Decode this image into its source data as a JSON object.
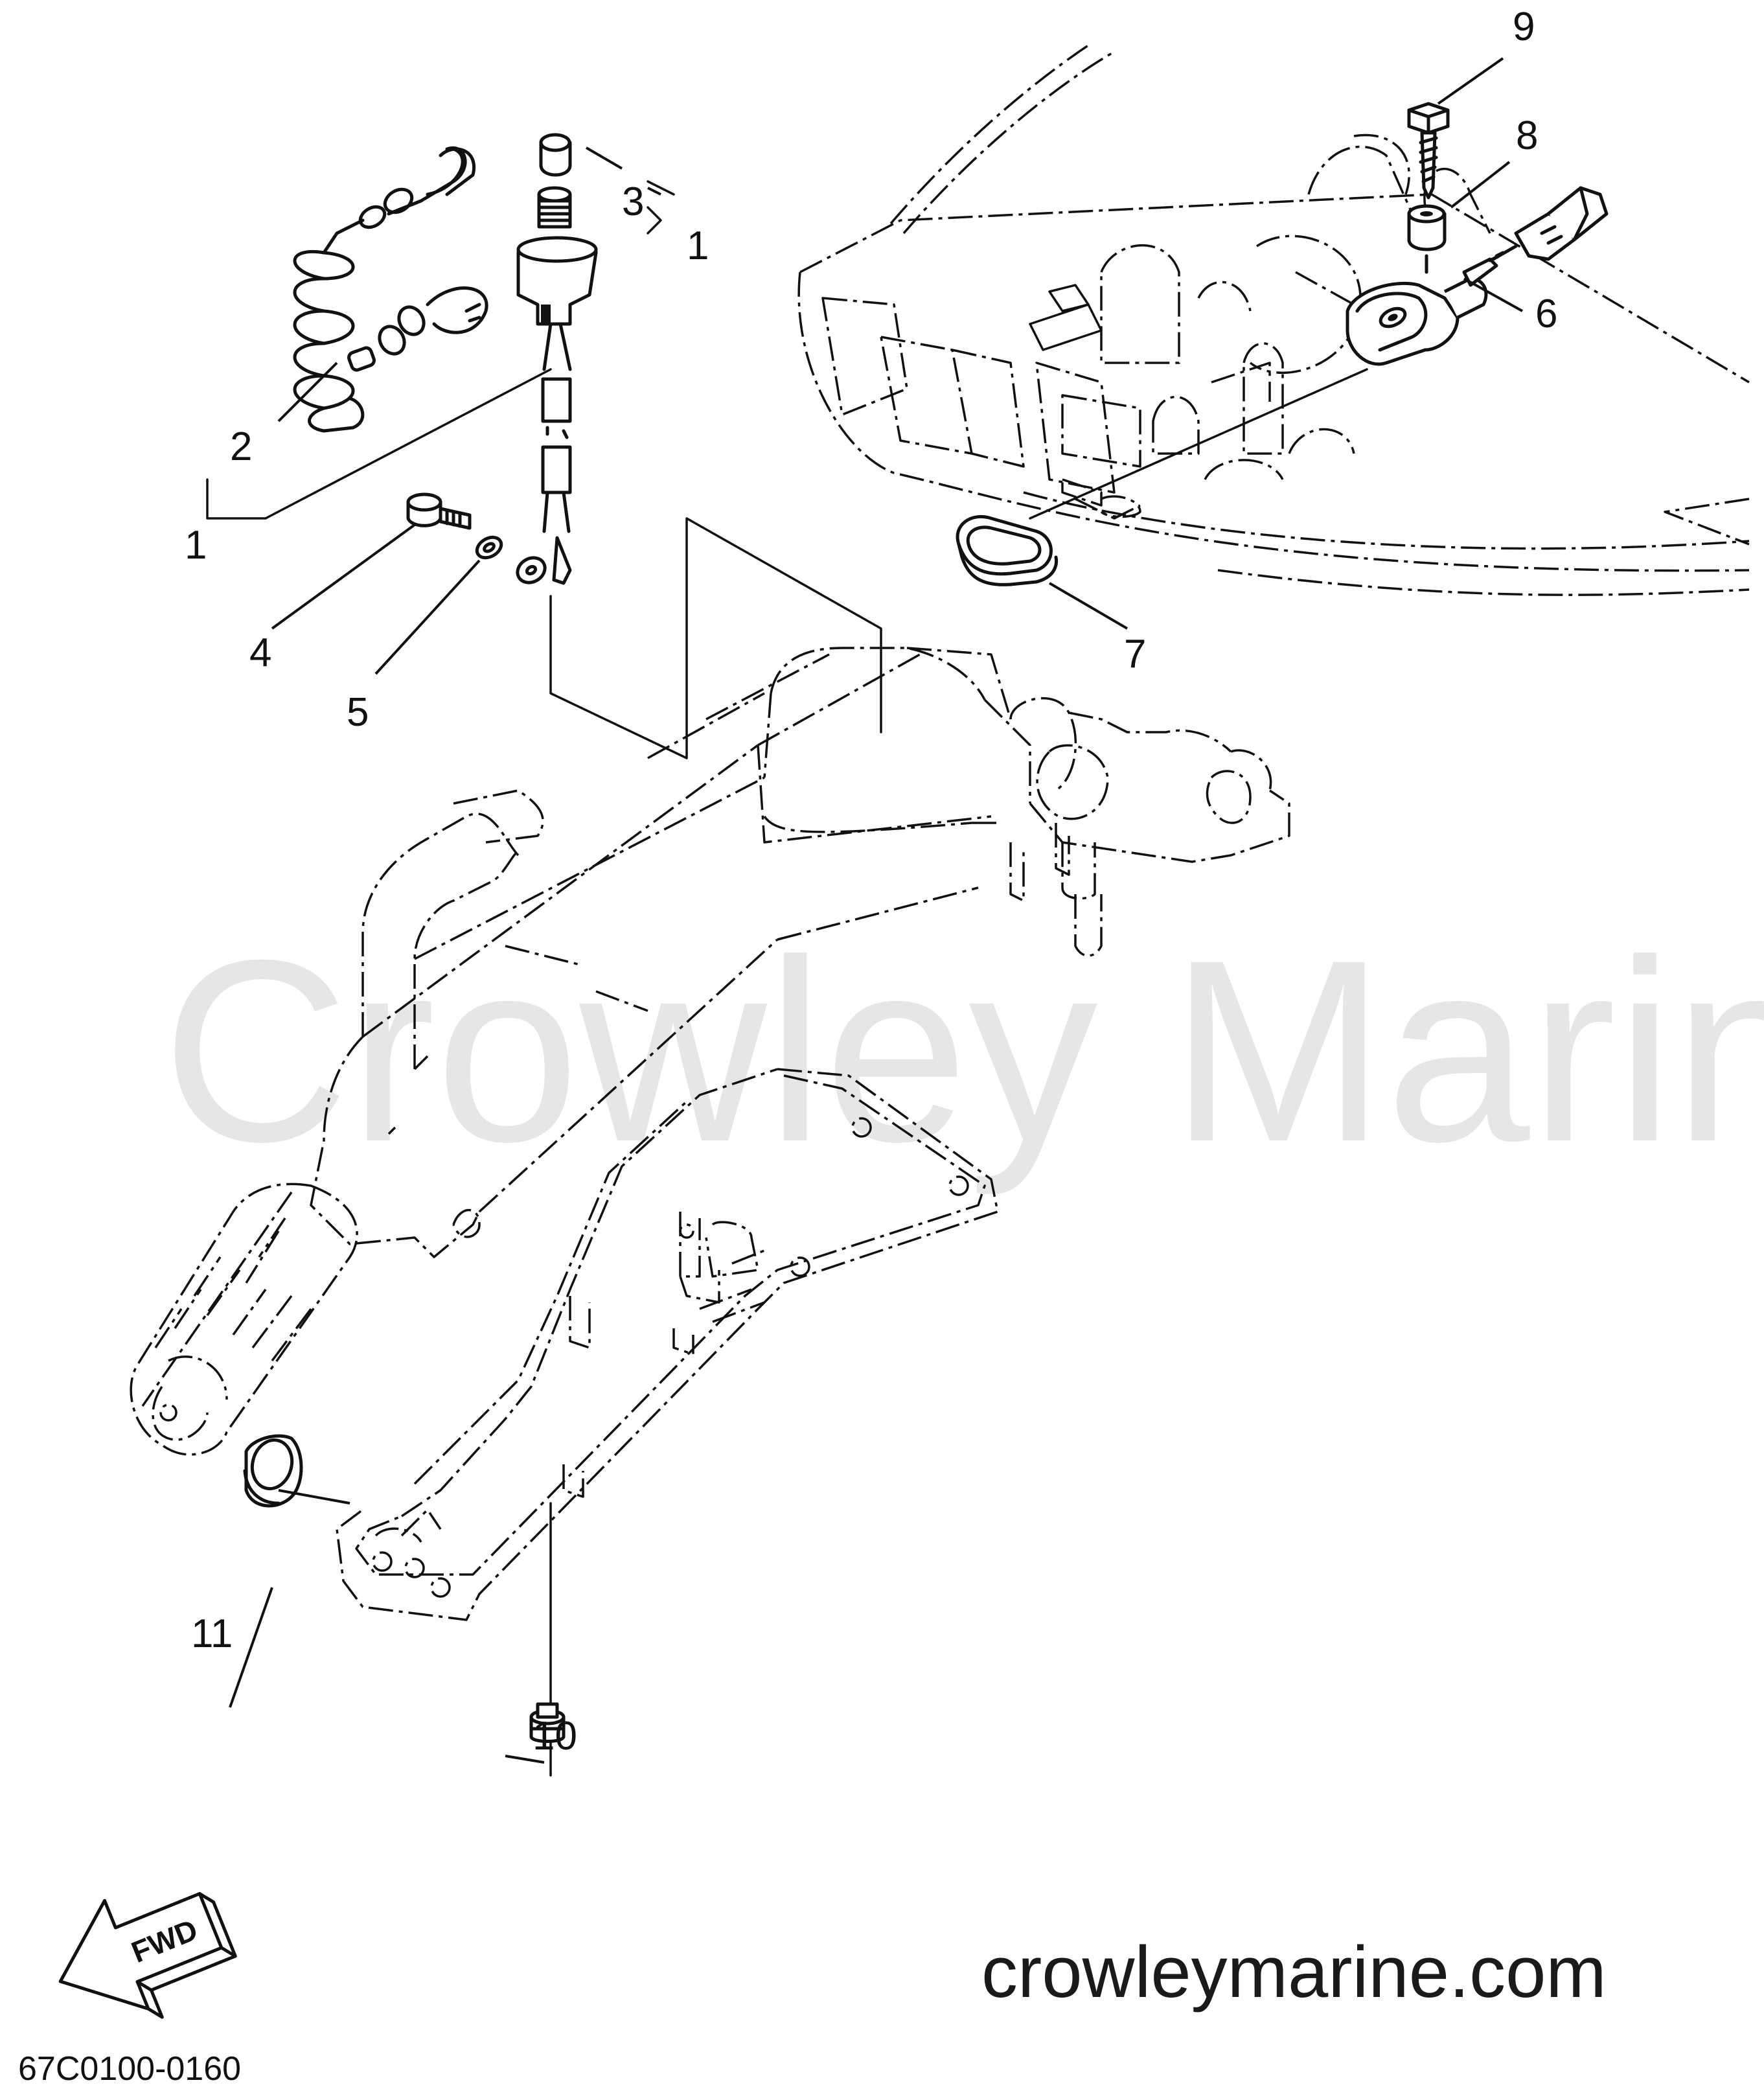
{
  "watermark": "Crowley Marine",
  "website": "crowleymarine.com",
  "diagram_code": "67C0100-0160",
  "fwd_label": "FWD",
  "callouts": {
    "c1a": "1",
    "c1b": "1",
    "c2": "2",
    "c3": "3",
    "c4": "4",
    "c5": "5",
    "c6": "6",
    "c7": "7",
    "c8": "8",
    "c9": "9",
    "c10": "10",
    "c11": "11"
  }
}
